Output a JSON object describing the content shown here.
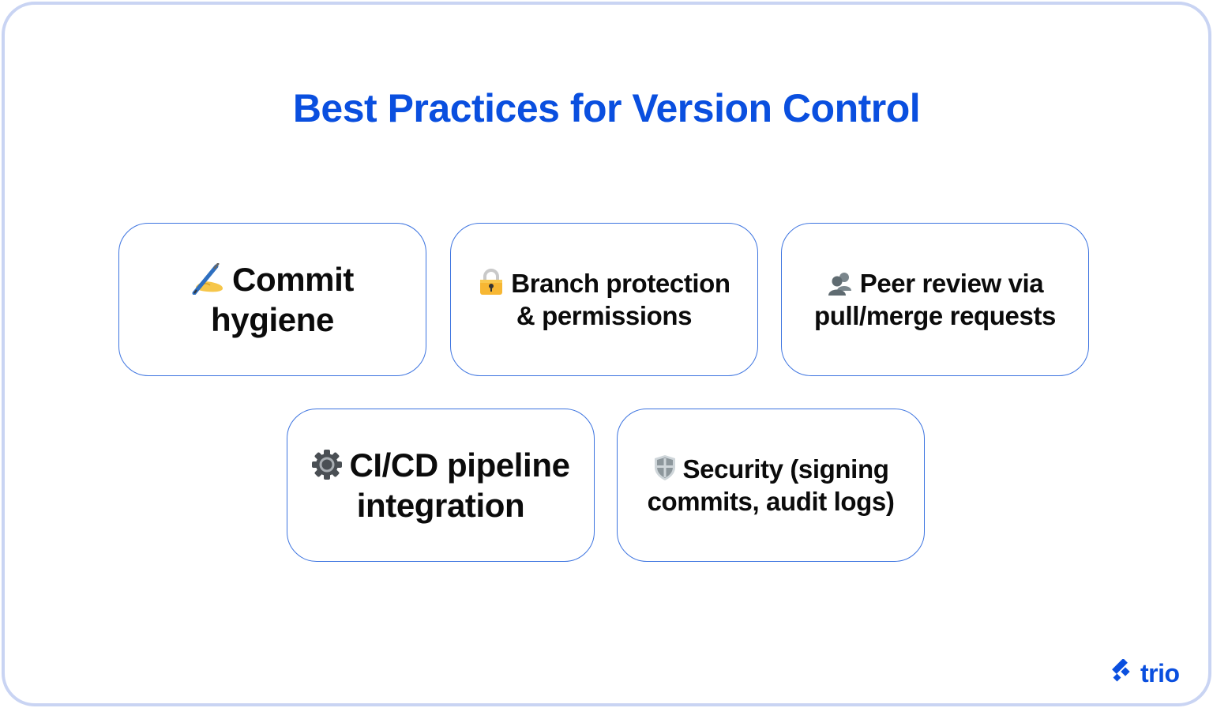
{
  "title": "Best Practices for Version Control",
  "colors": {
    "title": "#0a4fdf",
    "card_border": "#3d74e0",
    "frame_border": "#c9d4f3",
    "text": "#0b0b0b"
  },
  "cards": [
    {
      "icon": "writing-hand-icon",
      "line1": "Commit",
      "line2": "hygiene"
    },
    {
      "icon": "lock-icon",
      "line1": "Branch protection",
      "line2": "& permissions"
    },
    {
      "icon": "busts-in-silhouette-icon",
      "line1": "Peer review via",
      "line2": "pull/merge requests"
    },
    {
      "icon": "gear-icon",
      "line1": "CI/CD pipeline",
      "line2": "integration"
    },
    {
      "icon": "shield-icon",
      "line1": "Security (signing",
      "line2": "commits, audit logs)"
    }
  ],
  "logo": {
    "text": "trio",
    "icon": "trio-logo-icon"
  }
}
